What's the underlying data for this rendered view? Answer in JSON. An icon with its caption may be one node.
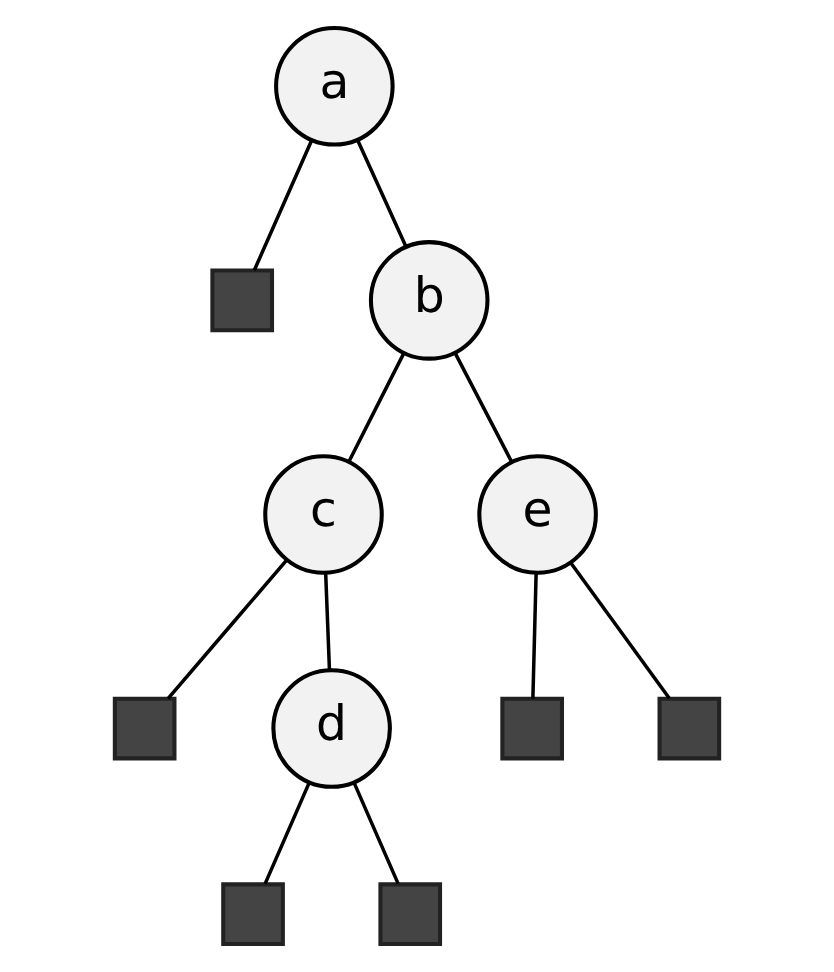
{
  "diagram": {
    "nodes": [
      {
        "text": [
          "a"
        ]
      },
      {
        "text": [],
        "shape": "box"
      },
      {
        "text": [
          "b"
        ]
      },
      {
        "text": [
          "c"
        ]
      },
      {
        "text": [
          "e"
        ]
      },
      {
        "text": [],
        "shape": "box"
      },
      {
        "text": [
          "d"
        ]
      },
      {
        "text": [],
        "shape": "box"
      },
      {
        "text": [],
        "shape": "box"
      },
      {
        "text": [],
        "shape": "box"
      },
      {
        "text": [],
        "shape": "box"
      }
    ],
    "edges": [
      {
        "from": 0,
        "to": 1,
        "arrow": "none"
      },
      {
        "from": 0,
        "to": 2,
        "arrow": "none"
      },
      {
        "from": 2,
        "to": 3,
        "arrow": "none"
      },
      {
        "from": 2,
        "to": 4,
        "arrow": "none"
      },
      {
        "from": 3,
        "to": 5,
        "arrow": "none"
      },
      {
        "from": 3,
        "to": 6,
        "arrow": "none"
      },
      {
        "from": 4,
        "to": 7,
        "arrow": "none"
      },
      {
        "from": 4,
        "to": 8,
        "arrow": "none"
      },
      {
        "from": 6,
        "to": 9,
        "arrow": "none"
      },
      {
        "from": 6,
        "to": 10,
        "arrow": "none"
      }
    ]
  }
}
